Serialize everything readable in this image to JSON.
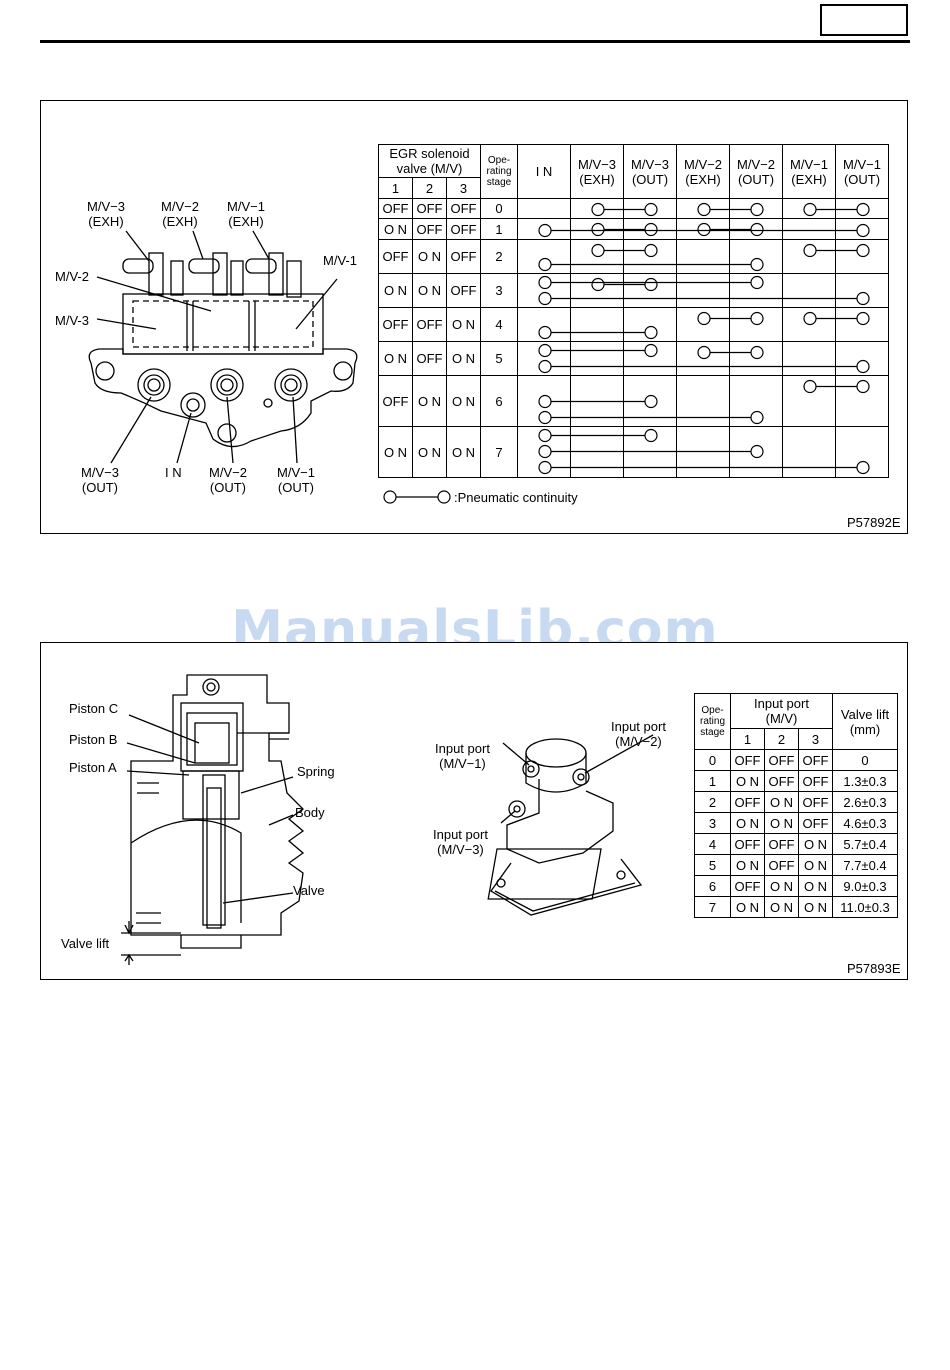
{
  "header": {
    "page_box": ""
  },
  "watermark": "ManualsLib.com",
  "panel1": {
    "figure_code": "P57892E",
    "diagram_labels": {
      "mv3_exh": "M/V-3\n(EXH)",
      "mv2_exh": "M/V-2\n(EXH)",
      "mv1_exh": "M/V-1\n(EXH)",
      "mv2": "M/V-2",
      "mv1": "M/V-1",
      "mv3": "M/V-3",
      "mv3_out": "M/V-3\n(OUT)",
      "in": "I N",
      "mv2_out": "M/V-2\n(OUT)",
      "mv1_out": "M/V-1\n(OUT)"
    },
    "table": {
      "group_header": "EGR solenoid valve (M/V)",
      "stage_header": "Ope-rating stage",
      "valve_numbers": [
        "1",
        "2",
        "3"
      ],
      "port_headers": [
        "I N",
        "M/V-3 (EXH)",
        "M/V-3 (OUT)",
        "M/V-2 (EXH)",
        "M/V-2 (OUT)",
        "M/V-1 (EXH)",
        "M/V-1 (OUT)"
      ],
      "rows": [
        {
          "states": [
            "OFF",
            "OFF",
            "OFF"
          ],
          "stage": "0"
        },
        {
          "states": [
            "O N",
            "OFF",
            "OFF"
          ],
          "stage": "1"
        },
        {
          "states": [
            "OFF",
            "O N",
            "OFF"
          ],
          "stage": "2"
        },
        {
          "states": [
            "O N",
            "O N",
            "OFF"
          ],
          "stage": "3"
        },
        {
          "states": [
            "OFF",
            "OFF",
            "O N"
          ],
          "stage": "4"
        },
        {
          "states": [
            "O N",
            "OFF",
            "O N"
          ],
          "stage": "5"
        },
        {
          "states": [
            "OFF",
            "O N",
            "O N"
          ],
          "stage": "6"
        },
        {
          "states": [
            "O N",
            "O N",
            "O N"
          ],
          "stage": "7"
        }
      ]
    },
    "legend": ":Pneumatic continuity"
  },
  "panel2": {
    "figure_code": "P57893E",
    "diagram_labels": {
      "piston_c": "Piston C",
      "piston_b": "Piston B",
      "piston_a": "Piston A",
      "spring": "Spring",
      "body": "Body",
      "valve": "Valve",
      "valve_lift": "Valve lift",
      "input_mv1": "Input port\n(M/V-1)",
      "input_mv2": "Input port\n(M/V-2)",
      "input_mv3": "Input port\n(M/V-3)"
    },
    "table": {
      "stage_header": "Ope-rating stage",
      "group_header": "Input port (M/V)",
      "lift_header": "Valve lift (mm)",
      "port_numbers": [
        "1",
        "2",
        "3"
      ],
      "rows": [
        {
          "stage": "0",
          "states": [
            "OFF",
            "OFF",
            "OFF"
          ],
          "lift": "0"
        },
        {
          "stage": "1",
          "states": [
            "O N",
            "OFF",
            "OFF"
          ],
          "lift": "1.3±0.3"
        },
        {
          "stage": "2",
          "states": [
            "OFF",
            "O N",
            "OFF"
          ],
          "lift": "2.6±0.3"
        },
        {
          "stage": "3",
          "states": [
            "O N",
            "O N",
            "OFF"
          ],
          "lift": "4.6±0.3"
        },
        {
          "stage": "4",
          "states": [
            "OFF",
            "OFF",
            "O N"
          ],
          "lift": "5.7±0.4"
        },
        {
          "stage": "5",
          "states": [
            "O N",
            "OFF",
            "O N"
          ],
          "lift": "7.7±0.4"
        },
        {
          "stage": "6",
          "states": [
            "OFF",
            "O N",
            "O N"
          ],
          "lift": "9.0±0.3"
        },
        {
          "stage": "7",
          "states": [
            "O N",
            "O N",
            "O N"
          ],
          "lift": "11.0±0.3"
        }
      ]
    }
  }
}
